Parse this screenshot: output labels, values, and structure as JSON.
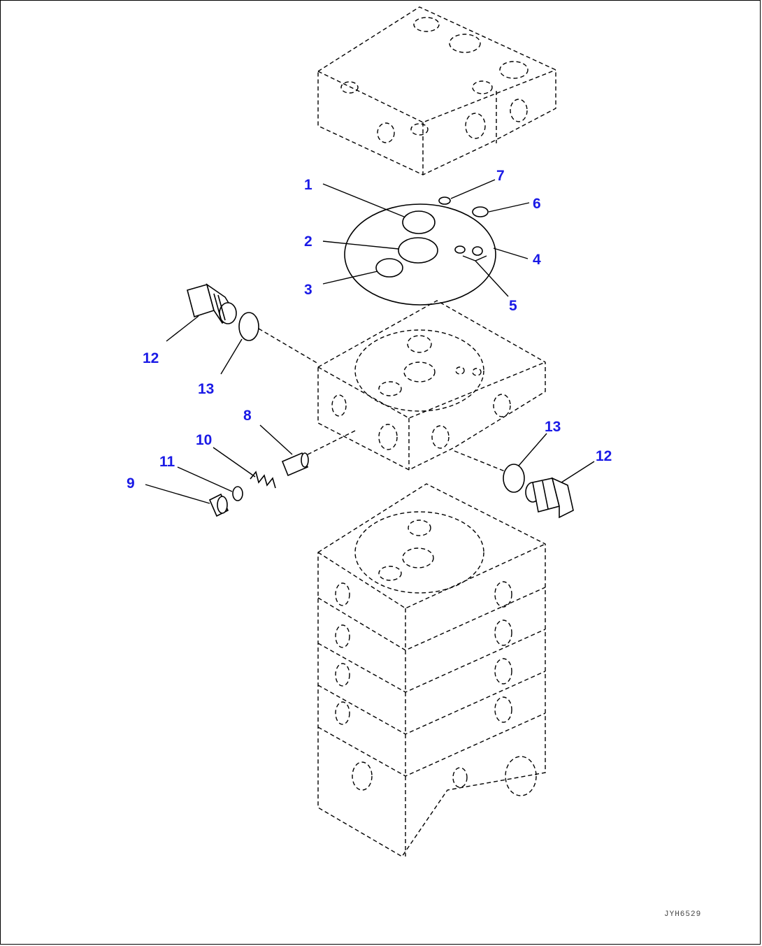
{
  "callouts": [
    "1",
    "2",
    "3",
    "4",
    "5",
    "6",
    "7",
    "8",
    "9",
    "10",
    "11",
    "12",
    "13"
  ],
  "callout_color": "#1a1ae6",
  "ref_code": "JYH6529"
}
